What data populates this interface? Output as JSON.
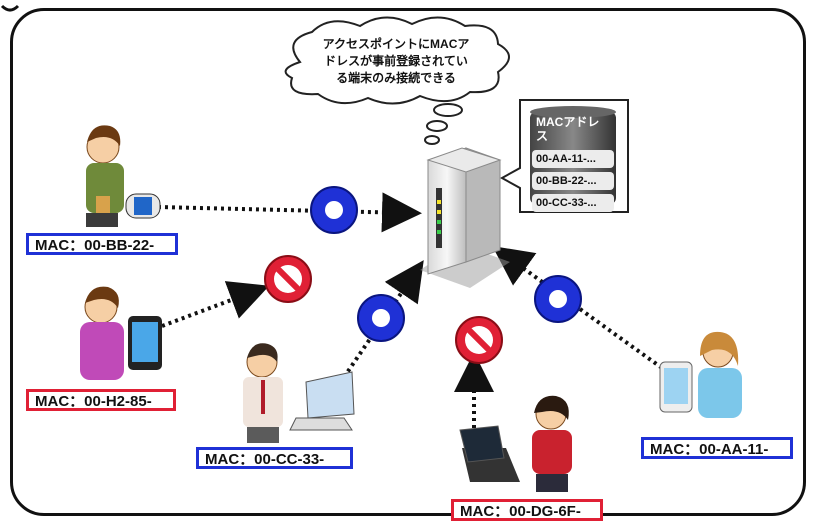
{
  "thought_bubble": {
    "lines": [
      "アクセスポイントにMACア",
      "ドレスが事前登録されてい",
      "る端末のみ接続できる"
    ]
  },
  "mac_table": {
    "header": "MACアドレス",
    "rows": [
      "00-AA-11-...",
      "00-BB-22-...",
      "00-CC-33-..."
    ]
  },
  "devices": [
    {
      "label": "MAC：00-BB-22-",
      "status": "allowed"
    },
    {
      "label": "MAC：00-H2-85-",
      "status": "denied"
    },
    {
      "label": "MAC：00-CC-33-",
      "status": "allowed"
    },
    {
      "label": "MAC：00-DG-6F-",
      "status": "denied"
    },
    {
      "label": "MAC：00-AA-11-",
      "status": "allowed"
    }
  ],
  "colors": {
    "allowed": "#1f31d6",
    "denied": "#e02035",
    "frame": "#111111"
  },
  "icons": {
    "access_point": "server-icon",
    "allowed": "allowed-circle-icon",
    "denied": "prohibited-icon"
  }
}
